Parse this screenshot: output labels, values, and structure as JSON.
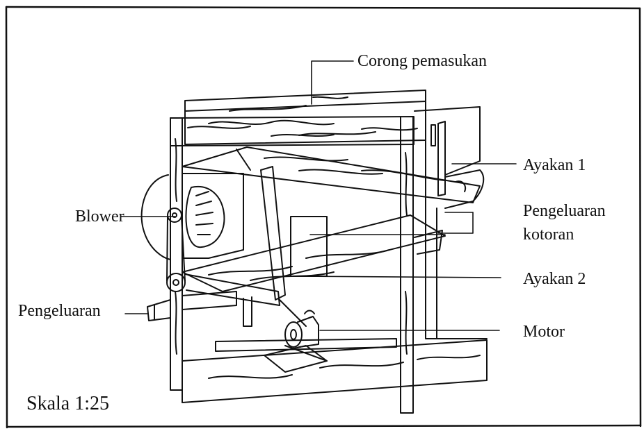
{
  "diagram": {
    "labels": {
      "corong": "Corong pemasukan",
      "ayakan1": "Ayakan 1",
      "pengeluaran_kotoran_1": "Pengeluaran",
      "pengeluaran_kotoran_2": "kotoran",
      "blower": "Blower",
      "ayakan2": "Ayakan 2",
      "pengeluaran": "Pengeluaran",
      "motor": "Motor"
    },
    "scale": "Skala 1:25"
  },
  "colors": {
    "ink": "#111111",
    "background": "#ffffff"
  }
}
